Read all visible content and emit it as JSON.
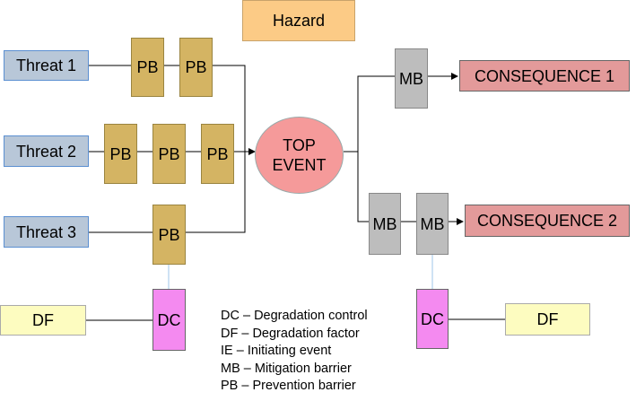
{
  "hazard": "Hazard",
  "top_event": [
    "TOP",
    "EVENT"
  ],
  "threats": [
    "Threat 1",
    "Threat 2",
    "Threat 3"
  ],
  "prevention_barrier": "PB",
  "mitigation_barrier": "MB",
  "degradation_control": "DC",
  "degradation_factor": "DF",
  "consequences": [
    "CONSEQUENCE 1",
    "CONSEQUENCE 2"
  ],
  "legend": [
    "DC – Degradation control",
    "DF – Degradation factor",
    "IE – Initiating event",
    "MB – Mitigation barrier",
    "PB – Prevention barrier"
  ]
}
